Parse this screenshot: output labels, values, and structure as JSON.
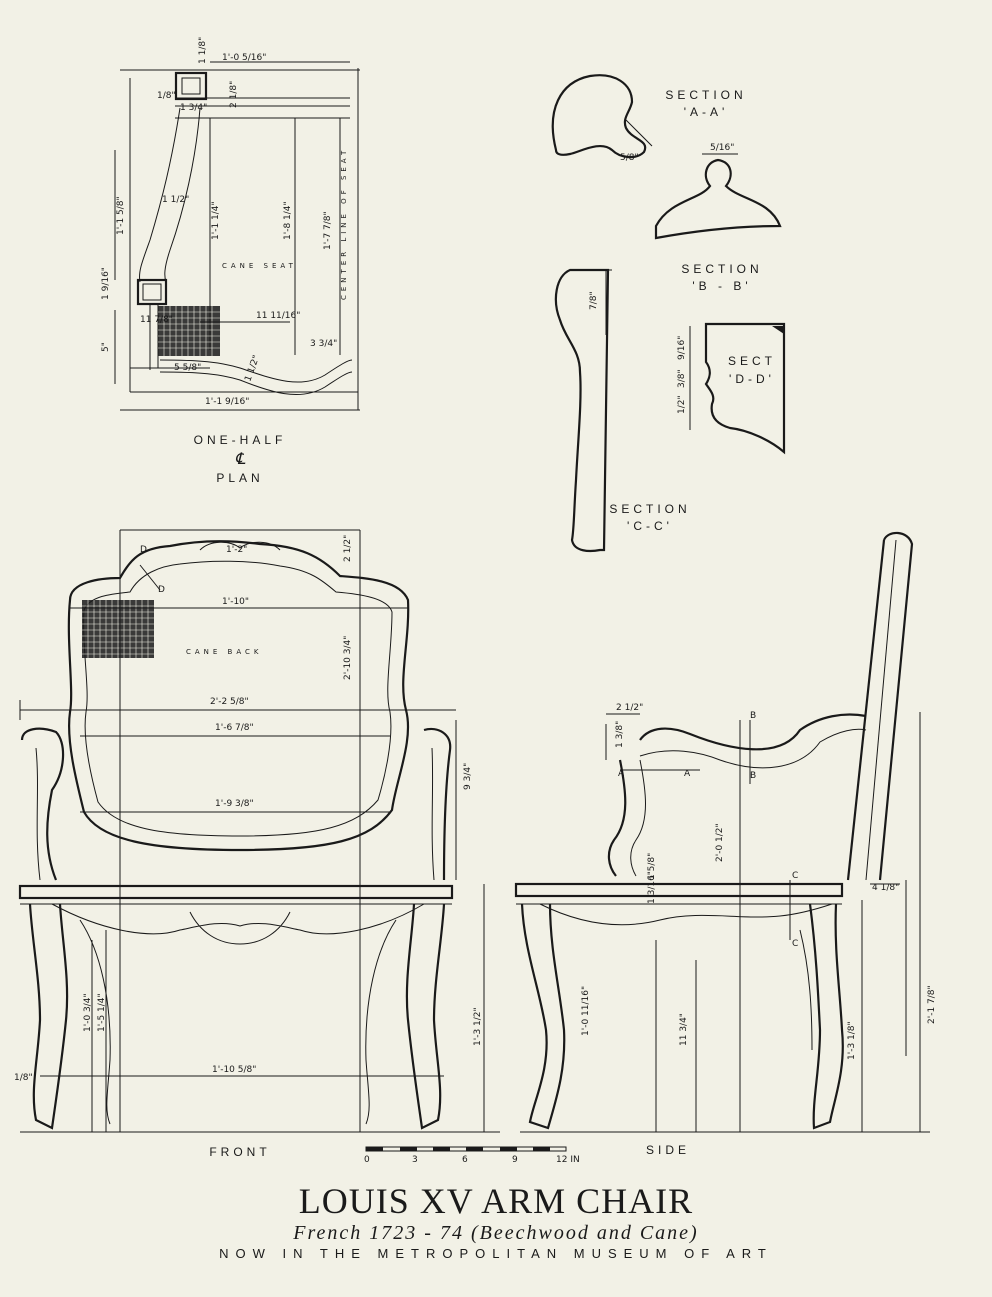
{
  "title": "LOUIS XV ARM CHAIR",
  "subtitle": "French 1723 - 74  (Beechwood and Cane)",
  "museum": "NOW IN THE METROPOLITAN MUSEUM OF ART",
  "views": {
    "plan": {
      "line1": "ONE-HALF",
      "symbol": "℄",
      "line2": "PLAN"
    },
    "front": "FRONT",
    "side": "SIDE"
  },
  "sections": {
    "aa": {
      "label": "SECTION",
      "name": "'A-A'"
    },
    "bb": {
      "label": "SECTION",
      "name": "'B - B'"
    },
    "cc": {
      "label": "SECTION",
      "name": "'C-C'"
    },
    "dd": {
      "label": "SECT",
      "name": "'D-D'"
    }
  },
  "plan_labels": {
    "cane_seat": "CANE SEAT",
    "center_line": "CENTER LINE OF SEAT"
  },
  "front_labels": {
    "cane_back": "CANE BACK",
    "section_letter": "D"
  },
  "side_labels": {
    "a": "A",
    "b": "B",
    "c": "C"
  },
  "scale": {
    "ticks": [
      "0",
      "3",
      "6",
      "9",
      "12 IN"
    ]
  },
  "dimensions": {
    "plan": {
      "overall_width": "1'-0 5/16\"",
      "post_top": "1 1/8\"",
      "corner_small": "1/8\"",
      "post_width": "1 3/4\"",
      "rail_depth": "2 1/8\"",
      "arm_curve": "1 1/2\"",
      "left_depth": "1'-1 5/8\"",
      "inner_depth": "1'-1 1/4\"",
      "mid_depth": "1'-8 1/4\"",
      "right_depth": "1'-7 7/8\"",
      "post_low": "1 9/16\"",
      "seat_right": "11 11/16\"",
      "post_offset": "11 7/8\"",
      "right_small": "3 3/4\"",
      "front_h": "5\"",
      "front_w": "5 5/8\"",
      "front_curve": "1 1/2\"",
      "front_width": "1'-1 9/16\""
    },
    "sections": {
      "aa": "5/8\"",
      "bb": "5/16\"",
      "cc": "7/8\"",
      "dd_top": "9/16\"",
      "dd_mid": "3/8\"",
      "dd_bot": "1/2\""
    },
    "front": {
      "crest": "1'-2\"",
      "crest_h": "2 1/2\"",
      "back_width": "1'-10\"",
      "back_height": "2'-10 3/4\"",
      "arm_width": "2'-2 5/8\"",
      "arm_inner": "1'-6 7/8\"",
      "seat_inner": "1'-9 3/8\"",
      "arm_height": "9 3/4\"",
      "leg_left1": "1'-0 3/4\"",
      "leg_left2": "1'-5 1/4\"",
      "seat_height": "1'-3 1/2\"",
      "stretcher": "1'-10 5/8\"",
      "foot": "1/8\""
    },
    "side": {
      "arm_proj": "2 1/2\"",
      "arm_h": "1 3/8\"",
      "arm_total": "2'-0 1/2\"",
      "post_h1": "1 5/8\"",
      "post_h2": "1 3/16\"",
      "back_rake": "4 1/8\"",
      "total_h": "2'-1 7/8\"",
      "leg_h": "1'-0 11/16\"",
      "leg_inner": "11 3/4\"",
      "seat_h": "1'-3 1/8\""
    }
  }
}
